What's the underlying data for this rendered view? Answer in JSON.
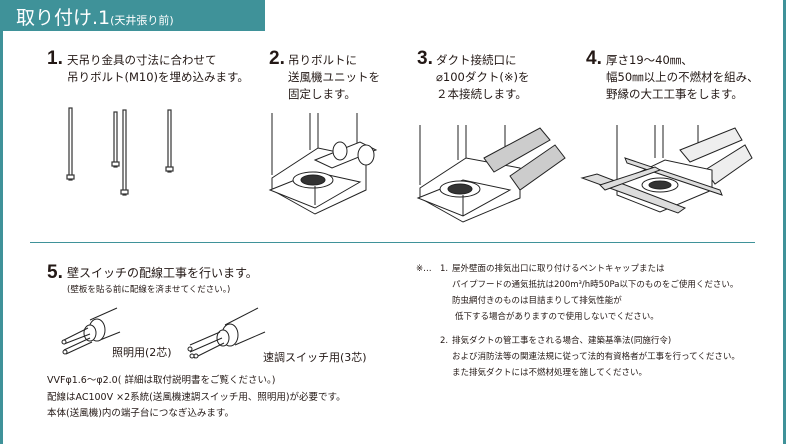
{
  "header": {
    "title": "取り付け.1",
    "subtitle": "(天井張り前)"
  },
  "steps": [
    {
      "num": "1.",
      "lines": [
        "天吊り金具の寸法に合わせて",
        "吊りボルト(M10)を埋め込みます。"
      ]
    },
    {
      "num": "2.",
      "lines": [
        "吊りボルトに",
        "送風機ユニットを",
        "固定します。"
      ]
    },
    {
      "num": "3.",
      "lines": [
        "ダクト接続口に",
        "⌀100ダクト(※)を",
        "２本接続します。"
      ]
    },
    {
      "num": "4.",
      "lines": [
        "厚さ19～40㎜、",
        "幅50㎜以上の不燃材を組み、",
        "野縁の大工工事をします。"
      ]
    }
  ],
  "step5": {
    "num": "5.",
    "title": "壁スイッチの配線工事を行います。",
    "sub": "(壁板を貼る前に配線を済ませてください。)",
    "cable_labels": [
      "照明用(2芯)",
      "速調スイッチ用(3芯)"
    ],
    "lines": [
      "VVFφ1.6～φ2.0( 詳細は取付説明書をご覧ください。)",
      "配線はAC100V ×2系統(送風機速調スイッチ用、照明用)が必要です。",
      "本体(送風機)内の端子台につなぎ込みます。"
    ]
  },
  "notes": {
    "mark": "※…",
    "items": [
      {
        "num": "1.",
        "lines": [
          "屋外壁面の排気出口に取り付けるベントキャップまたは",
          "パイプフードの通気抵抗は200m³/h時50Pa以下のものをご使用ください。",
          "防虫網付きのものは目詰まりして排気性能が",
          "低下する場合がありますので使用しないでください。"
        ]
      },
      {
        "num": "2.",
        "lines": [
          "排気ダクトの管工事をされる場合、建築基準法(同施行令)",
          "および消防法等の関連法規に従って法的有資格者が工事を行ってください。",
          "また排気ダクトには不燃材処理を施してください。"
        ]
      }
    ]
  },
  "colors": {
    "accent": "#3f9299",
    "text": "#231815"
  }
}
